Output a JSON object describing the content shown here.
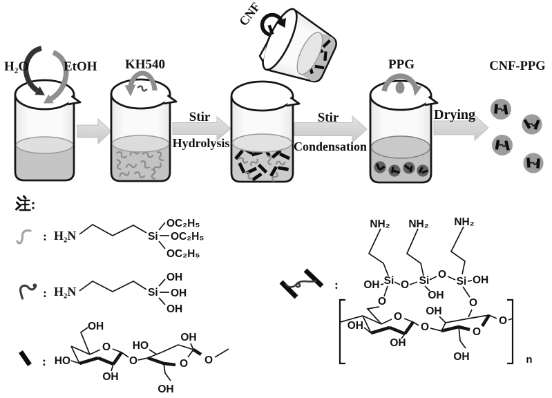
{
  "canvas": {
    "background": "#ffffff"
  },
  "palette": {
    "ink": "#111111",
    "dark_stir_arrow": "#333333",
    "gray_arrow": "#8e8e8e",
    "block_arrow_fill": "#d6d6d6",
    "beaker_liquid": "#c5c5c5",
    "particle_gray": "#9c9c9c"
  },
  "process": {
    "step1": {
      "label_left": "H₂O",
      "label_right": "EtOH"
    },
    "step2": {
      "label": "KH540"
    },
    "transfer_2_3": {
      "line1": "Stir",
      "line2": "Hydrolysis"
    },
    "cnf_feed": {
      "label": "CNF"
    },
    "transfer_3_4": {
      "line1": "Stir",
      "line2": "Condensation"
    },
    "step4": {
      "label": "PPG"
    },
    "transfer_4_5": {
      "label": "Drying"
    },
    "product": {
      "label": "CNF-PPG"
    }
  },
  "legend": {
    "heading": "注：",
    "item_colon": ":",
    "aptes": {
      "amine": "H₂N",
      "silicon": "Si",
      "ethoxy": "OC₂H₅"
    },
    "silanol": {
      "amine": "H₂N",
      "silicon": "Si",
      "hydroxy": "OH"
    },
    "cellulose": {
      "hydroxy": "OH",
      "hydroxy_left": "HO",
      "oxygen": "O"
    },
    "grafted": {
      "amine": "NH₂",
      "silicon": "Si",
      "oxygen": "O",
      "hydroxy": "OH",
      "repeat_index": "n"
    }
  }
}
